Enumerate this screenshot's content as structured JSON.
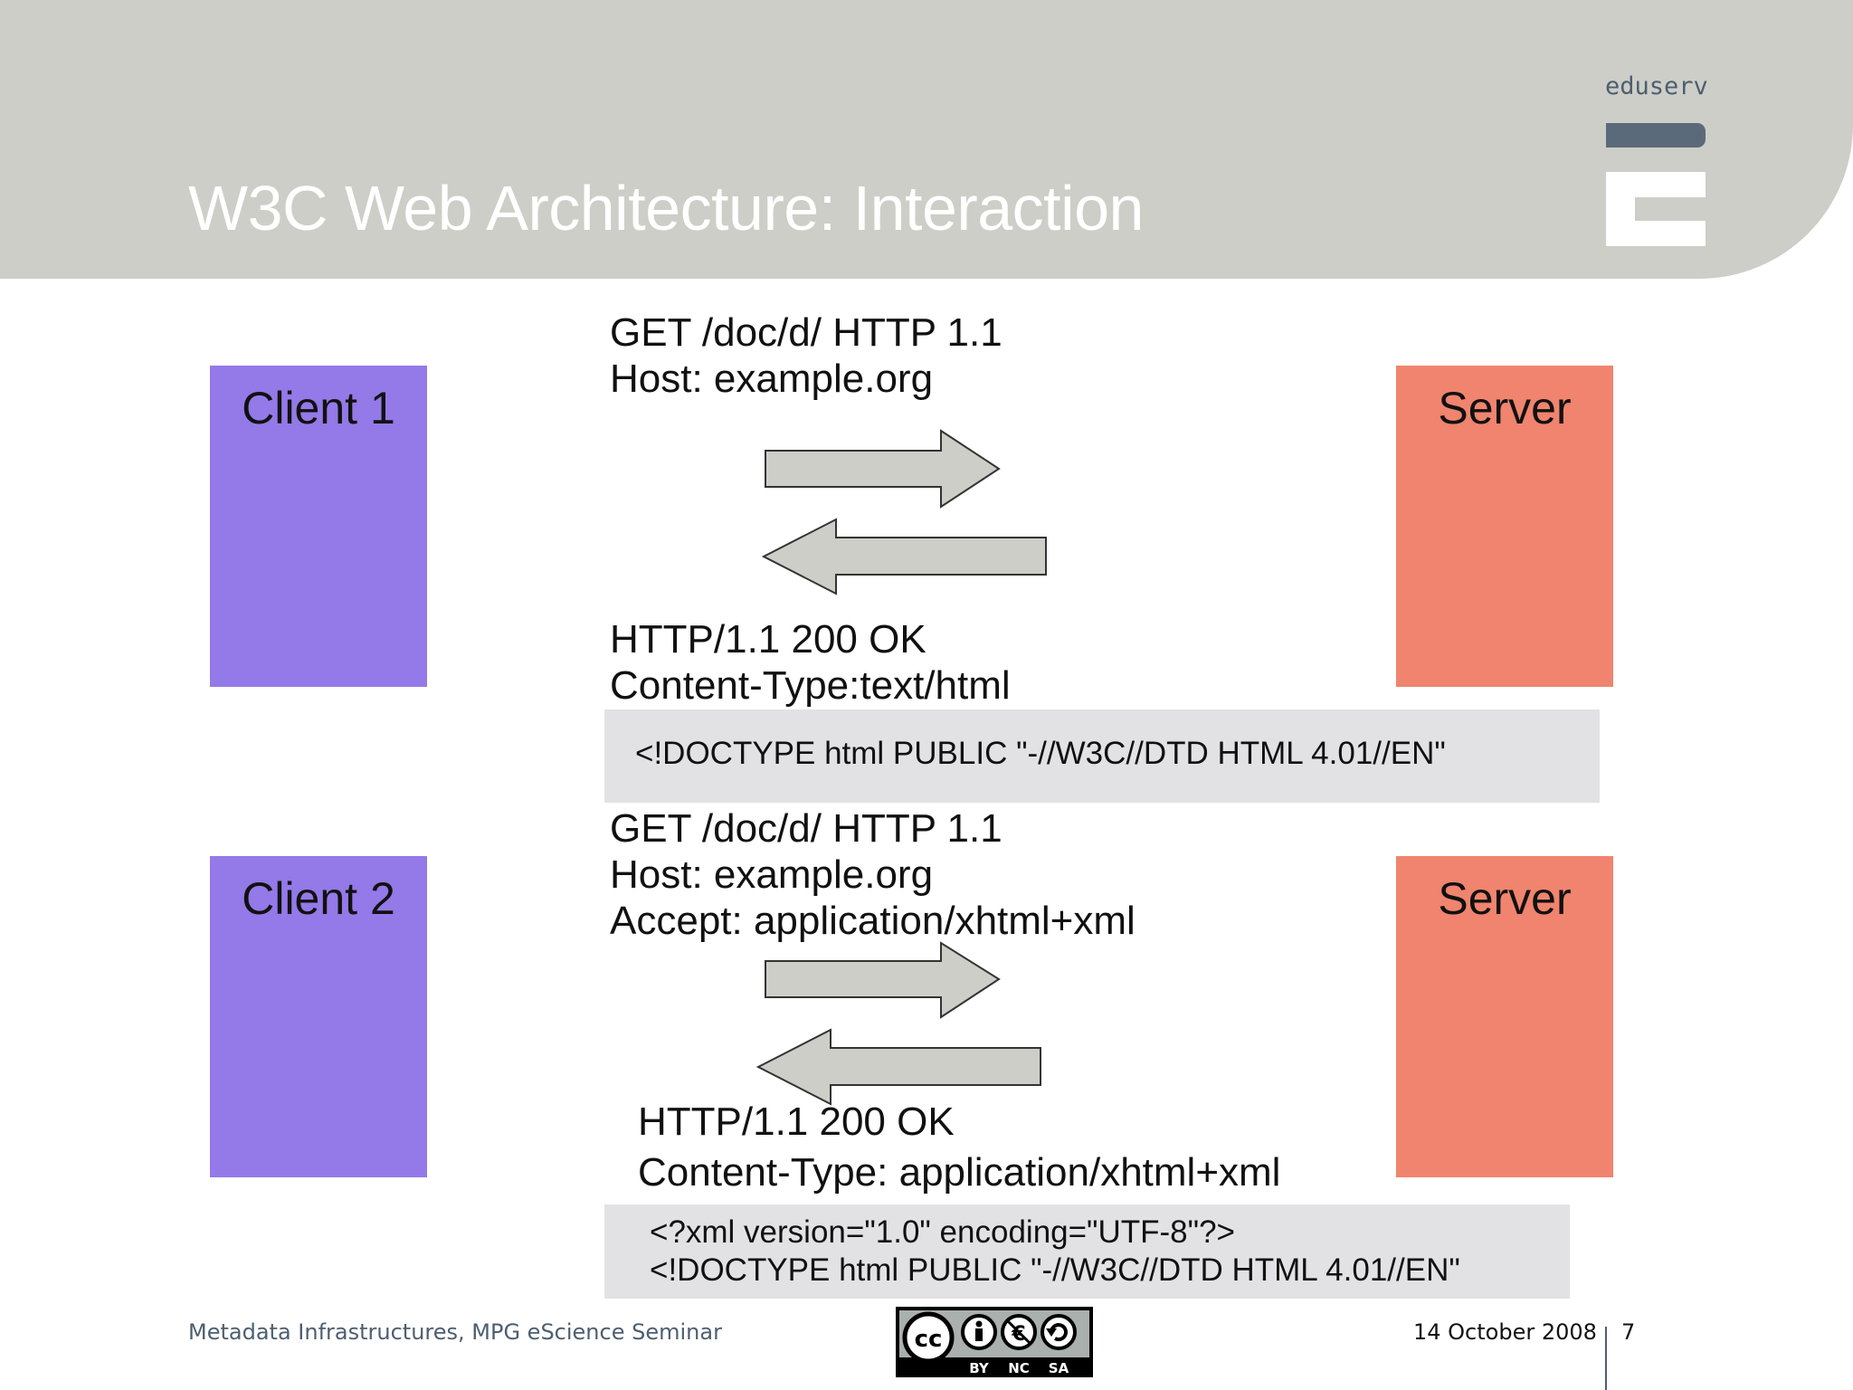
{
  "header": {
    "title": "W3C Web Architecture: Interaction",
    "brand": "eduserv"
  },
  "exchange1": {
    "client_label": "Client 1",
    "server_label": "Server",
    "request_lines": [
      "GET /doc/d/ HTTP 1.1",
      "Host: example.org"
    ],
    "response_lines": [
      "HTTP/1.1 200 OK",
      "Content-Type:text/html"
    ],
    "body_lines": [
      "<!DOCTYPE html PUBLIC \"-//W3C//DTD HTML 4.01//EN\""
    ]
  },
  "exchange2": {
    "client_label": "Client 2",
    "server_label": "Server",
    "request_lines": [
      "GET /doc/d/ HTTP 1.1",
      "Host: example.org",
      "Accept: application/xhtml+xml"
    ],
    "response_lines": [
      "HTTP/1.1 200 OK",
      "Content-Type: application/xhtml+xml"
    ],
    "body_lines": [
      "<?xml version=\"1.0\" encoding=\"UTF-8\"?>",
      "<!DOCTYPE html PUBLIC \"-//W3C//DTD HTML 4.01//EN\""
    ]
  },
  "footer": {
    "event": "Metadata Infrastructures, MPG eScience Seminar",
    "date": "14 October 2008",
    "page": "7",
    "license_badge": {
      "name": "cc-by-nc-sa",
      "labels": [
        "BY",
        "NC",
        "SA"
      ]
    }
  },
  "colors": {
    "header_bg": "#cdcec7",
    "client": "#9479e8",
    "server": "#f0846e",
    "arrow_fill": "#cdcec7",
    "code_bg": "#e2e2e4",
    "brand": "#4d5e70"
  }
}
